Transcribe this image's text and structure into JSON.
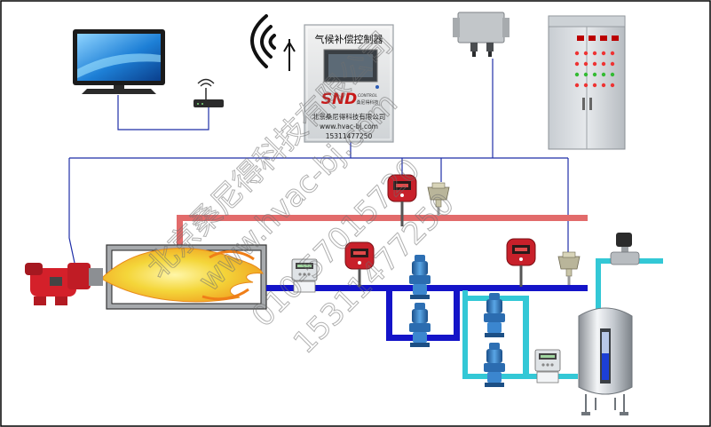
{
  "controller": {
    "title": "气候补偿控制器",
    "logo": "SND",
    "logo_sub": "CONTROL",
    "logo_cn": "桑尼得科技",
    "company": "北京桑尼得科技有限公司",
    "website": "www.hvac-bj.com",
    "phone": "15311477250"
  },
  "watermark": {
    "company": "北京桑尼得科技有限公司",
    "website": "www.hvac-bj.com",
    "phone1": "010-57015720",
    "phone2": "15311477250"
  },
  "colors": {
    "frame": "#000000",
    "signal_line": "#1f2fa8",
    "hot_pipe": "#e26b6b",
    "supply_pipe": "#1414c8",
    "return_pipe": "#33c8d6",
    "flame": "#f2d23a",
    "burner": "#d4202a",
    "cabinet": "#d8dde2"
  }
}
